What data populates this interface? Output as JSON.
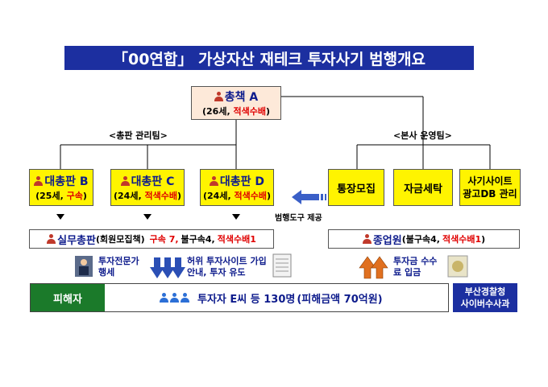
{
  "title": "「00연합」 가상자산 재테크 투자사기 범행개요",
  "boss": {
    "name": "총책 A",
    "age": "(26세, ",
    "status": "적색수배",
    "close": ")"
  },
  "team_left": "<총판 관리팀>",
  "team_right": "<본사 운영팀>",
  "distributors": [
    {
      "name": "대총판 B",
      "age": "(25세, ",
      "status": "구속",
      "close": ")"
    },
    {
      "name": "대총판 C",
      "age": "(24세, ",
      "status": "적색수배",
      "close": ")"
    },
    {
      "name": "대총판 D",
      "age": "(24세, ",
      "status": "적색수배",
      "close": ")"
    }
  ],
  "ops": [
    {
      "label": "통장모집"
    },
    {
      "label": "자금세탁"
    },
    {
      "label": "사기사이트 광고DB 관리"
    }
  ],
  "tool_label": "범행도구 제공",
  "practical": {
    "name": "실무총판",
    "role": "(회원모집책)",
    "detained": "구속 7,",
    "not_detained": "불구속4,",
    "wanted": "적색수배1"
  },
  "staff": {
    "name": "종업원",
    "status": "(불구속4,",
    "wanted": "적색수배1",
    "close": ")"
  },
  "captions": {
    "expert": "투자전문가 행세",
    "fake_site": "허위 투자사이트 가입안내, 투자 유도",
    "fee": "투자금 수수료 입금"
  },
  "victim": {
    "tag": "피해자",
    "text": "투자자 E씨 등 130명",
    "damage": "(피해금액 70억원)"
  },
  "police": {
    "line1": "부산경찰청",
    "line2": "사이버수사과"
  }
}
